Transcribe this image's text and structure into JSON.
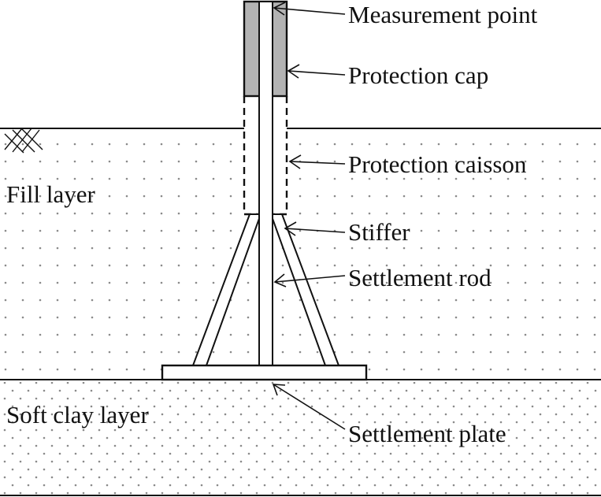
{
  "colors": {
    "background": "#ffffff",
    "ink": "#111111",
    "dot": "#8a8a8a",
    "cap_fill": "#b3b3b3"
  },
  "layers": {
    "fill": "Fill layer",
    "soft_clay": "Soft clay layer"
  },
  "callouts": {
    "measurement_point": "Measurement point",
    "protection_cap": "Protection cap",
    "protection_caisson": "Protection caisson",
    "stiffer": "Stiffer",
    "settlement_rod": "Settlement rod",
    "settlement_plate": "Settlement plate"
  }
}
